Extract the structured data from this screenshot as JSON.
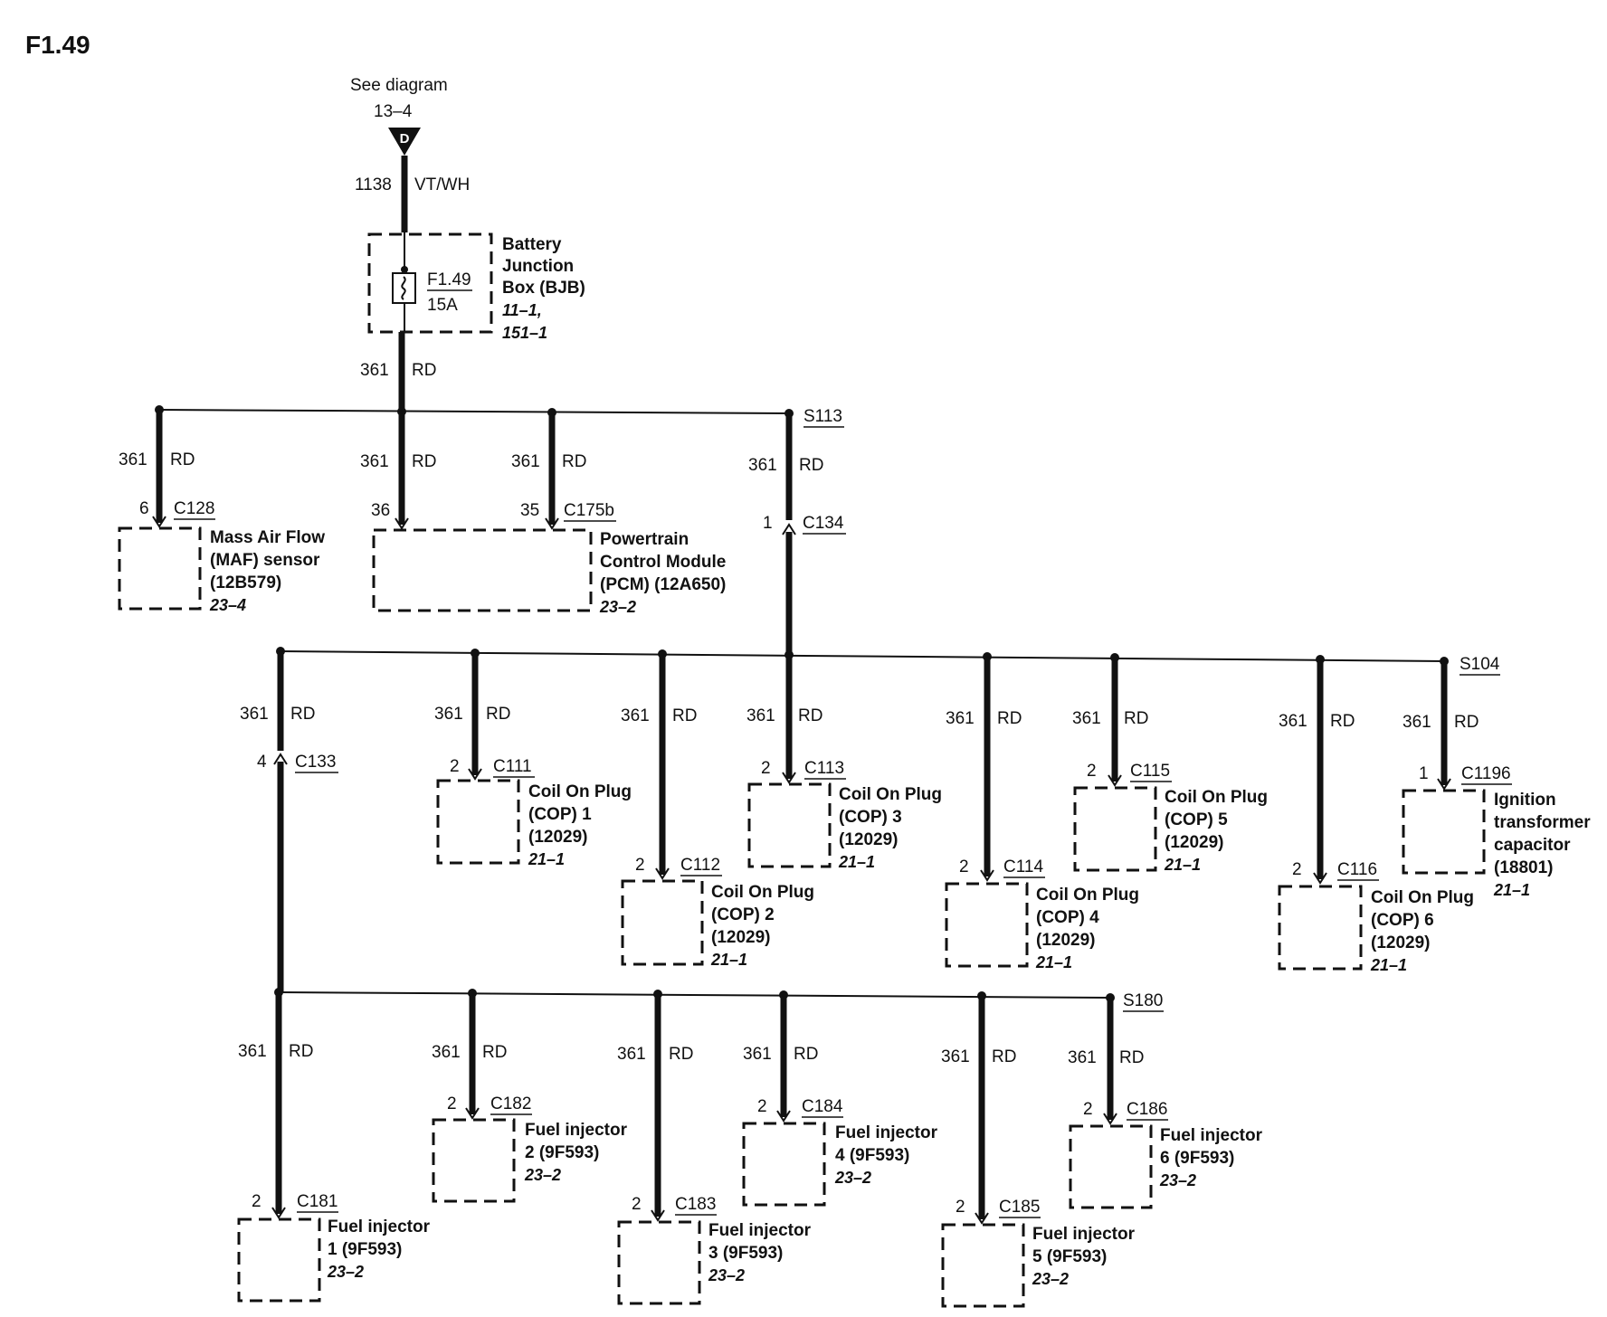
{
  "page_title": "F1.49",
  "source_ref": {
    "line1": "See diagram",
    "line2": "13–4",
    "connector_letter": "D"
  },
  "feed_wire": {
    "circuit": "1138",
    "color": "VT/WH"
  },
  "bjb": {
    "fuse_id": "F1.49",
    "fuse_rating": "15A",
    "name_lines": [
      "Battery",
      "Junction",
      "Box (BJB)"
    ],
    "ref_lines": [
      "11–1,",
      "151–1"
    ]
  },
  "bjb_output": {
    "circuit": "361",
    "color": "RD"
  },
  "splices": {
    "s113": "S113",
    "s104": "S104",
    "s180": "S180"
  },
  "top_row": [
    {
      "id": "maf",
      "circuit": "361",
      "color": "RD",
      "pin": "6",
      "connector": "C128",
      "name_lines": [
        "Mass Air Flow",
        "(MAF) sensor",
        "(12B579)"
      ],
      "ref": "23–4"
    },
    {
      "id": "pcm-a",
      "circuit": "361",
      "color": "RD",
      "pin": "36",
      "connector": ""
    },
    {
      "id": "pcm-b",
      "circuit": "361",
      "color": "RD",
      "pin": "35",
      "connector": "C175b",
      "name_lines": [
        "Powertrain",
        "Control Module",
        "(PCM) (12A650)"
      ],
      "ref": "23–2"
    },
    {
      "id": "s113-drop",
      "circuit": "361",
      "color": "RD",
      "pin": "1",
      "connector": "C134"
    }
  ],
  "coil_row": [
    {
      "id": "c133",
      "circuit": "361",
      "color": "RD",
      "pin": "4",
      "connector": "C133"
    },
    {
      "id": "cop1",
      "circuit": "361",
      "color": "RD",
      "pin": "2",
      "connector": "C111",
      "name_lines": [
        "Coil On Plug",
        "(COP) 1",
        "(12029)"
      ],
      "ref": "21–1"
    },
    {
      "id": "cop2",
      "circuit": "361",
      "color": "RD",
      "pin": "2",
      "connector": "C112",
      "name_lines": [
        "Coil On Plug",
        "(COP) 2",
        "(12029)"
      ],
      "ref": "21–1"
    },
    {
      "id": "cop3",
      "circuit": "361",
      "color": "RD",
      "pin": "2",
      "connector": "C113",
      "name_lines": [
        "Coil On Plug",
        "(COP) 3",
        "(12029)"
      ],
      "ref": "21–1"
    },
    {
      "id": "cop4",
      "circuit": "361",
      "color": "RD",
      "pin": "2",
      "connector": "C114",
      "name_lines": [
        "Coil On Plug",
        "(COP) 4",
        "(12029)"
      ],
      "ref": "21–1"
    },
    {
      "id": "cop5",
      "circuit": "361",
      "color": "RD",
      "pin": "2",
      "connector": "C115",
      "name_lines": [
        "Coil On Plug",
        "(COP) 5",
        "(12029)"
      ],
      "ref": "21–1"
    },
    {
      "id": "cop6",
      "circuit": "361",
      "color": "RD",
      "pin": "2",
      "connector": "C116",
      "name_lines": [
        "Coil On Plug",
        "(COP) 6",
        "(12029)"
      ],
      "ref": "21–1"
    },
    {
      "id": "itc",
      "circuit": "361",
      "color": "RD",
      "pin": "1",
      "connector": "C1196",
      "name_lines": [
        "Ignition",
        "transformer",
        "capacitor",
        "(18801)"
      ],
      "ref": "21–1"
    }
  ],
  "injector_row": [
    {
      "id": "inj1",
      "circuit": "361",
      "color": "RD",
      "pin": "2",
      "connector": "C181",
      "name_lines": [
        "Fuel injector",
        "1 (9F593)"
      ],
      "ref": "23–2"
    },
    {
      "id": "inj2",
      "circuit": "361",
      "color": "RD",
      "pin": "2",
      "connector": "C182",
      "name_lines": [
        "Fuel injector",
        "2 (9F593)"
      ],
      "ref": "23–2"
    },
    {
      "id": "inj3",
      "circuit": "361",
      "color": "RD",
      "pin": "2",
      "connector": "C183",
      "name_lines": [
        "Fuel injector",
        "3 (9F593)"
      ],
      "ref": "23–2"
    },
    {
      "id": "inj4",
      "circuit": "361",
      "color": "RD",
      "pin": "2",
      "connector": "C184",
      "name_lines": [
        "Fuel injector",
        "4 (9F593)"
      ],
      "ref": "23–2"
    },
    {
      "id": "inj5",
      "circuit": "361",
      "color": "RD",
      "pin": "2",
      "connector": "C185",
      "name_lines": [
        "Fuel injector",
        "5 (9F593)"
      ],
      "ref": "23–2"
    },
    {
      "id": "inj6",
      "circuit": "361",
      "color": "RD",
      "pin": "2",
      "connector": "C186",
      "name_lines": [
        "Fuel injector",
        "6 (9F593)"
      ],
      "ref": "23–2"
    }
  ]
}
